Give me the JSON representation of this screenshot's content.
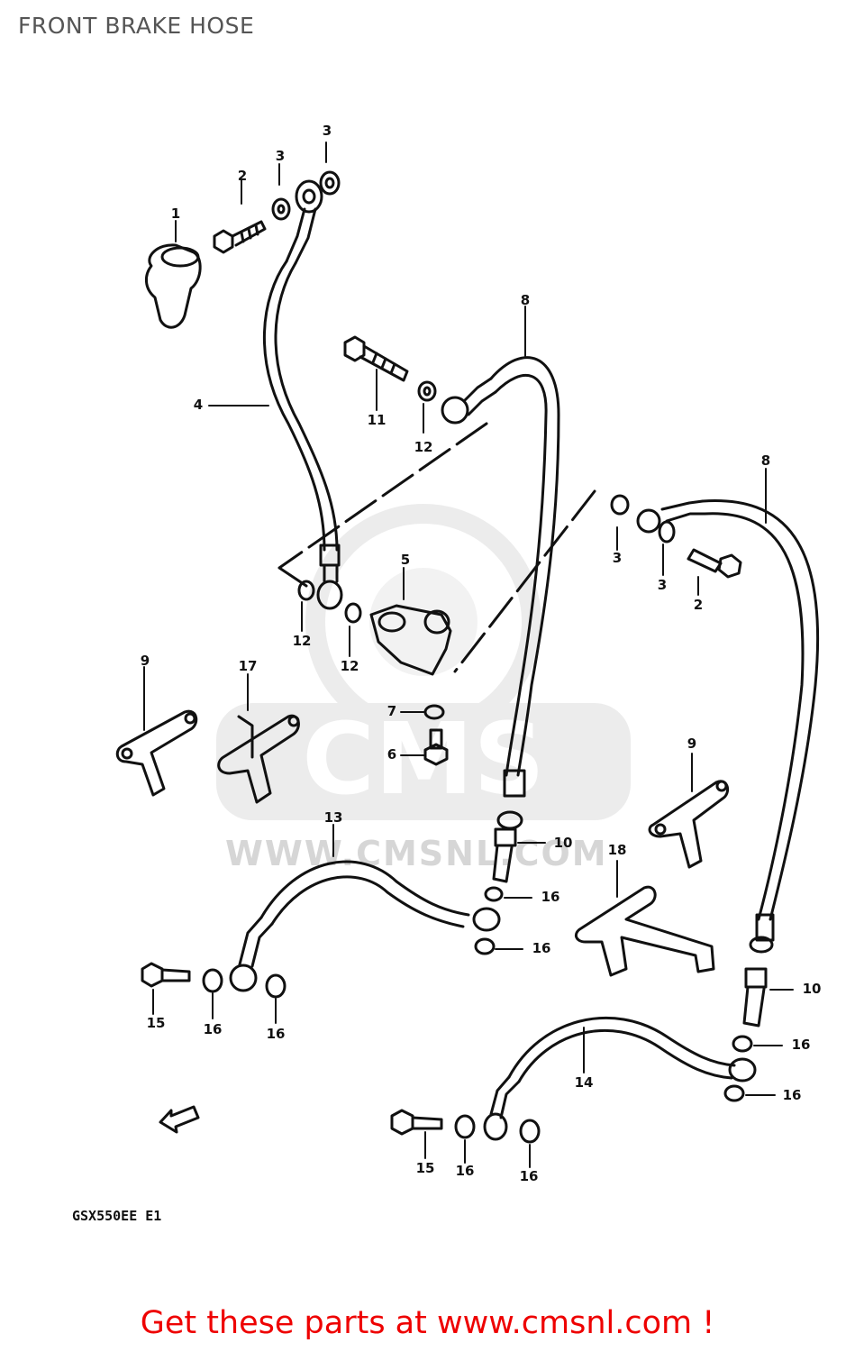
{
  "header": {
    "title": "FRONT BRAKE HOSE"
  },
  "watermark": {
    "text": "WWW.CMSNL.COM",
    "logo_label": "CMS"
  },
  "diagram": {
    "model_code": "GSX550EE E1",
    "callouts": {
      "c1": "1",
      "c2a": "2",
      "c2b": "2",
      "c3a": "3",
      "c3b": "3",
      "c3c": "3",
      "c3d": "3",
      "c4": "4",
      "c5": "5",
      "c6": "6",
      "c7": "7",
      "c8a": "8",
      "c8b": "8",
      "c9a": "9",
      "c9b": "9",
      "c10a": "10",
      "c10b": "10",
      "c11": "11",
      "c12a": "12",
      "c12b": "12",
      "c12c": "12",
      "c13": "13",
      "c14": "14",
      "c15a": "15",
      "c15b": "15",
      "c16a": "16",
      "c16b": "16",
      "c16c": "16",
      "c16d": "16",
      "c16e": "16",
      "c16f": "16",
      "c16g": "16",
      "c16h": "16",
      "c17": "17",
      "c18": "18"
    }
  },
  "footer": {
    "link_text": "Get these parts at www.cmsnl.com !"
  },
  "colors": {
    "line": "#111111",
    "title": "#555555",
    "footer": "#ee0000"
  }
}
